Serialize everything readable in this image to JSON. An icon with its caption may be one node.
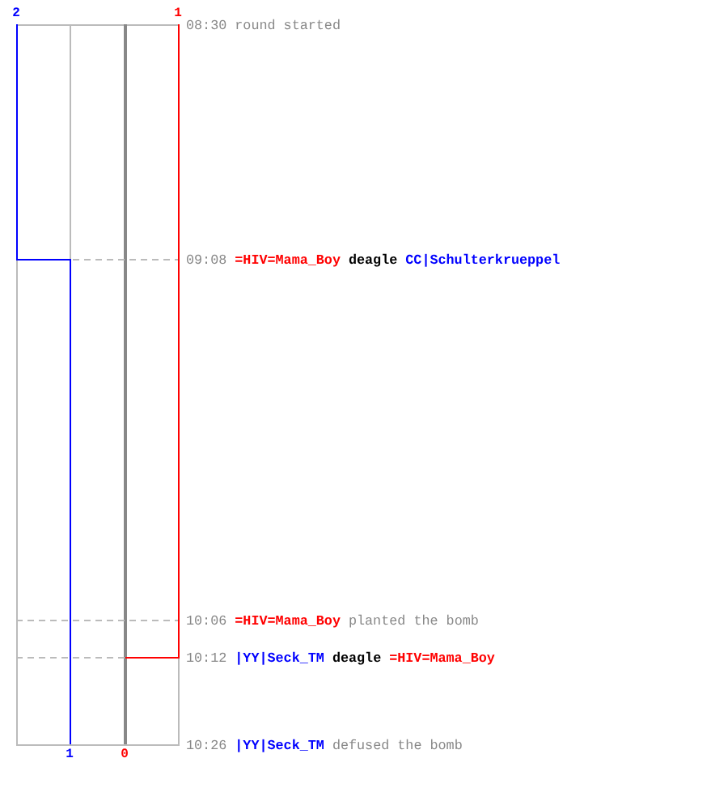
{
  "diagram": {
    "labels": [
      "2",
      "1",
      "08:30",
      "round started",
      "09:08",
      "=HIV=Mama_Boy",
      "deagle",
      "CC|Schulterkrueppel",
      "10:06",
      "=HIV=Mama_Boy",
      "planted the bomb",
      "10:12",
      "|YY|Seck_TM",
      "deagle",
      "=HIV=Mama_Boy",
      "10:26",
      "|YY|Seck_TM",
      "defused the bomb",
      "1",
      "0"
    ]
  }
}
